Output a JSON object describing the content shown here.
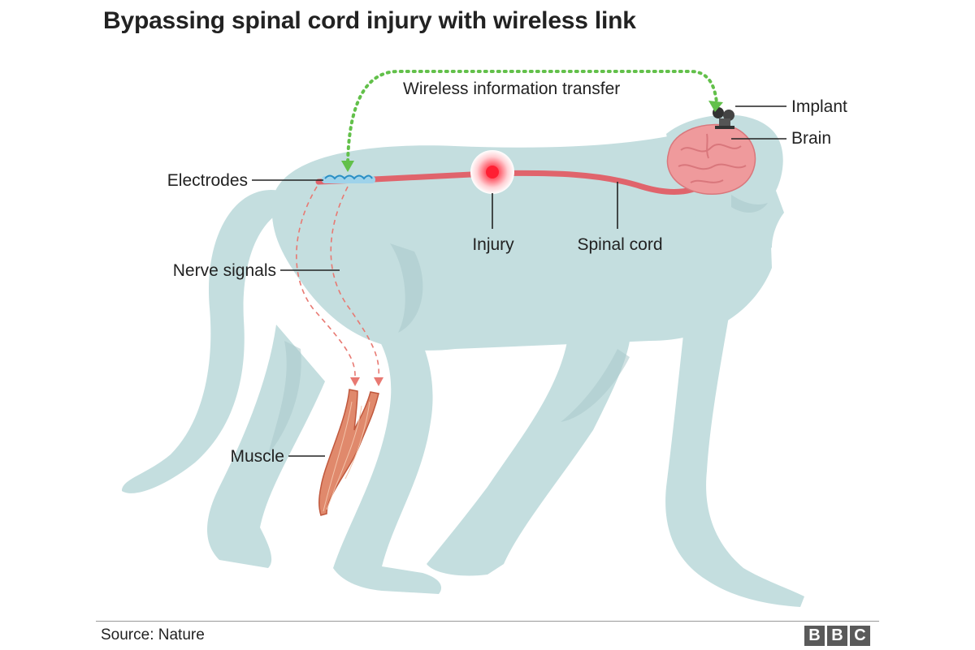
{
  "title": "Bypassing spinal cord injury with wireless link",
  "labels": {
    "wireless": "Wireless information transfer",
    "implant": "Implant",
    "brain": "Brain",
    "electrodes": "Electrodes",
    "injury": "Injury",
    "spinal_cord": "Spinal cord",
    "nerve_signals": "Nerve signals",
    "muscle": "Muscle"
  },
  "footer": {
    "source": "Source: Nature",
    "logo_letters": [
      "B",
      "B",
      "C"
    ]
  },
  "colors": {
    "body": "#c4dedf",
    "body_shadow": "#a9c9cb",
    "spinal_cord": "#e0646c",
    "brain": "#ef9a9c",
    "injury": "#ff2a3d",
    "wireless_link": "#62c04a",
    "nerve_signal": "#e87972",
    "muscle": "#e0896c",
    "electrodes": "#2a8fc4",
    "implant": "#333333"
  }
}
